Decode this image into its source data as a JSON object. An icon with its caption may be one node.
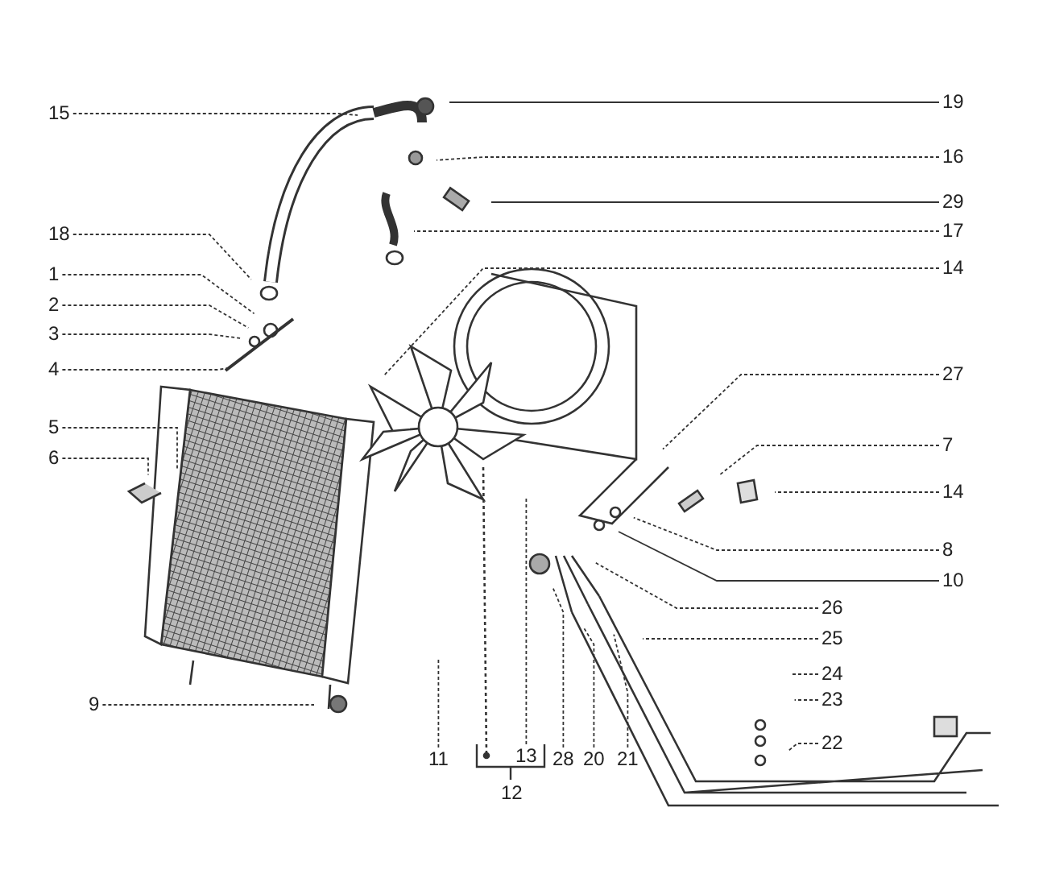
{
  "diagram": {
    "nodes": [
      {
        "text": [
          "15"
        ]
      },
      {
        "text": [
          "18"
        ]
      },
      {
        "text": [
          "1"
        ]
      },
      {
        "text": [
          "2"
        ]
      },
      {
        "text": [
          "3"
        ]
      },
      {
        "text": [
          "4"
        ]
      },
      {
        "text": [
          "5"
        ]
      },
      {
        "text": [
          "6"
        ]
      },
      {
        "text": [
          "9"
        ]
      },
      {
        "text": [
          "19"
        ]
      },
      {
        "text": [
          "16"
        ]
      },
      {
        "text": [
          "29"
        ]
      },
      {
        "text": [
          "17"
        ]
      },
      {
        "text": [
          "14"
        ]
      },
      {
        "text": [
          "27"
        ]
      },
      {
        "text": [
          "7"
        ]
      },
      {
        "text": [
          "14"
        ]
      },
      {
        "text": [
          "8"
        ]
      },
      {
        "text": [
          "10"
        ]
      },
      {
        "text": [
          "26"
        ]
      },
      {
        "text": [
          "25"
        ]
      },
      {
        "text": [
          "24"
        ]
      },
      {
        "text": [
          "23"
        ]
      },
      {
        "text": [
          "22"
        ]
      },
      {
        "text": [
          "11"
        ]
      },
      {
        "text": [
          "13"
        ]
      },
      {
        "text": [
          "28"
        ]
      },
      {
        "text": [
          "20"
        ]
      },
      {
        "text": [
          "21"
        ]
      }
    ],
    "edges": [
      {
        "from": 0,
        "to": null,
        "arrow": "none",
        "style": "dashed"
      },
      {
        "from": 1,
        "to": null,
        "arrow": "none",
        "style": "dashed"
      },
      {
        "from": 2,
        "to": null,
        "arrow": "none",
        "style": "dashed"
      },
      {
        "from": 3,
        "to": null,
        "arrow": "none",
        "style": "dashed"
      },
      {
        "from": 4,
        "to": null,
        "arrow": "none",
        "style": "dashed"
      },
      {
        "from": 5,
        "to": null,
        "arrow": "none",
        "style": "dashed"
      },
      {
        "from": 6,
        "to": null,
        "arrow": "none",
        "style": "dashed"
      },
      {
        "from": 7,
        "to": null,
        "arrow": "none",
        "style": "dashed"
      },
      {
        "from": 8,
        "to": null,
        "arrow": "none",
        "style": "dashed"
      },
      {
        "from": 9,
        "to": null,
        "arrow": "none"
      },
      {
        "from": 10,
        "to": null,
        "arrow": "none",
        "style": "dashed"
      },
      {
        "from": 11,
        "to": null,
        "arrow": "none"
      },
      {
        "from": 12,
        "to": null,
        "arrow": "none",
        "style": "dashed"
      },
      {
        "from": 13,
        "to": null,
        "arrow": "none",
        "style": "dashed"
      },
      {
        "from": 14,
        "to": null,
        "arrow": "none",
        "style": "dashed"
      },
      {
        "from": 15,
        "to": null,
        "arrow": "none",
        "style": "dashed"
      },
      {
        "from": 16,
        "to": null,
        "arrow": "none",
        "style": "dashed"
      },
      {
        "from": 17,
        "to": null,
        "arrow": "none",
        "style": "dashed"
      },
      {
        "from": 18,
        "to": null,
        "arrow": "none"
      },
      {
        "from": 19,
        "to": null,
        "arrow": "none",
        "style": "dashed"
      },
      {
        "from": 20,
        "to": null,
        "arrow": "none",
        "style": "dashed"
      },
      {
        "from": 21,
        "to": null,
        "arrow": "none",
        "style": "dashed"
      },
      {
        "from": 22,
        "to": null,
        "arrow": "none",
        "style": "dashed"
      },
      {
        "from": 23,
        "to": null,
        "arrow": "none",
        "style": "dashed"
      },
      {
        "from": 24,
        "to": null,
        "arrow": "none",
        "style": "dashed"
      },
      {
        "from": 25,
        "to": null,
        "arrow": "none",
        "style": "dashed"
      },
      {
        "from": 26,
        "to": null,
        "arrow": "none",
        "style": "dashed"
      },
      {
        "from": 27,
        "to": null,
        "arrow": "none",
        "style": "dashed"
      },
      {
        "from": 28,
        "to": null,
        "arrow": "none",
        "style": "dashed"
      }
    ],
    "labels": [
      "12"
    ]
  }
}
